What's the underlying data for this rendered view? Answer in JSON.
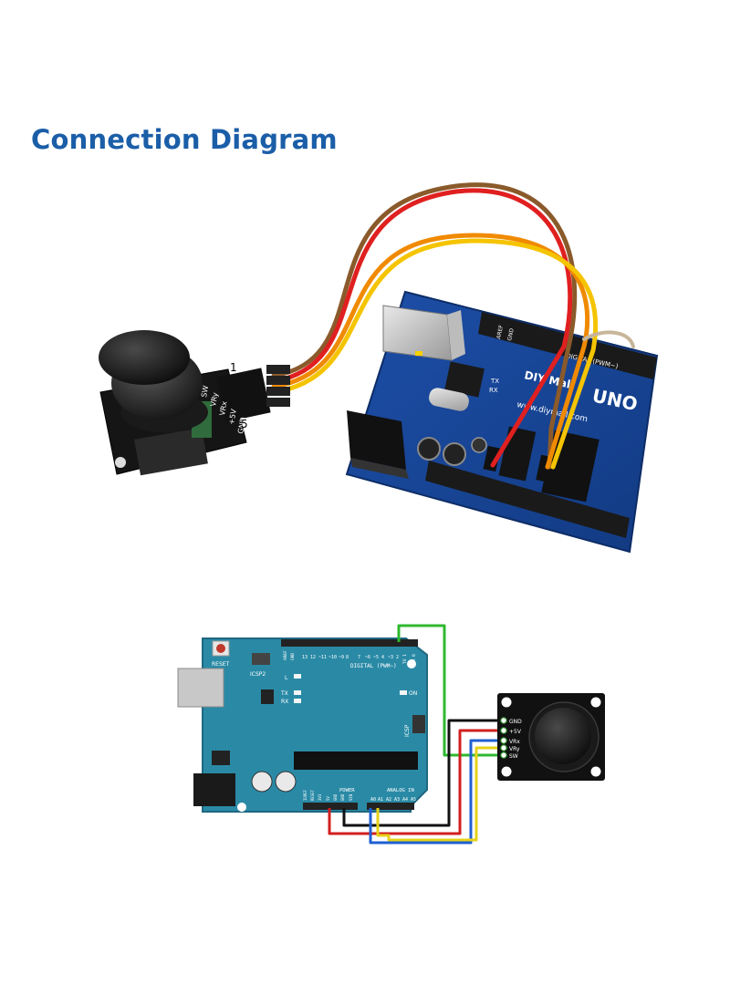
{
  "title": "Connection Diagram",
  "photo": {
    "joystick_pins": [
      "SW",
      "VRy",
      "VRx",
      "+5V",
      "GND"
    ],
    "pin_marker_first": "1",
    "pin_marker_last": "5",
    "board_labels": {
      "brand": "DIY Mall",
      "model": "UNO",
      "digital": "DIGITAL (PWM~)",
      "url": "www.diymall.com",
      "tx": "TX",
      "rx": "RX",
      "aref": "AREF",
      "gnd": "GND"
    },
    "wire_colors": [
      "#8a5a2b",
      "#e02020",
      "#f08a00",
      "#f5c400"
    ]
  },
  "schematic": {
    "arduino": {
      "reset": "RESET",
      "icsp2": "ICSP2",
      "digital_label": "DIGITAL (PWM~)",
      "digital_pins": [
        "AREF",
        "GND",
        "13",
        "12",
        "~11",
        "~10",
        "~9",
        "8",
        "7",
        "~6",
        "~5",
        "4",
        "~3",
        "2",
        "TX 1",
        "RX 0"
      ],
      "l": "L",
      "tx": "TX",
      "rx": "RX",
      "on": "ON",
      "icsp": "ICSP",
      "power_label": "POWER",
      "analog_label": "ANALOG IN",
      "power_pins": [
        "IOREF",
        "RESET",
        "3V3",
        "5V",
        "GND",
        "GND",
        "VIN"
      ],
      "analog_pins": [
        "A0",
        "A1",
        "A2",
        "A3",
        "A4",
        "A5"
      ]
    },
    "joystick": {
      "pins": [
        "GND",
        "+5V",
        "VRx",
        "VRy",
        "SW"
      ]
    },
    "wire_colors": {
      "gnd": "#111111",
      "vcc": "#d21f1f",
      "vrx": "#1f5fd2",
      "vry": "#e6d21a",
      "sw": "#2fb82f"
    }
  }
}
